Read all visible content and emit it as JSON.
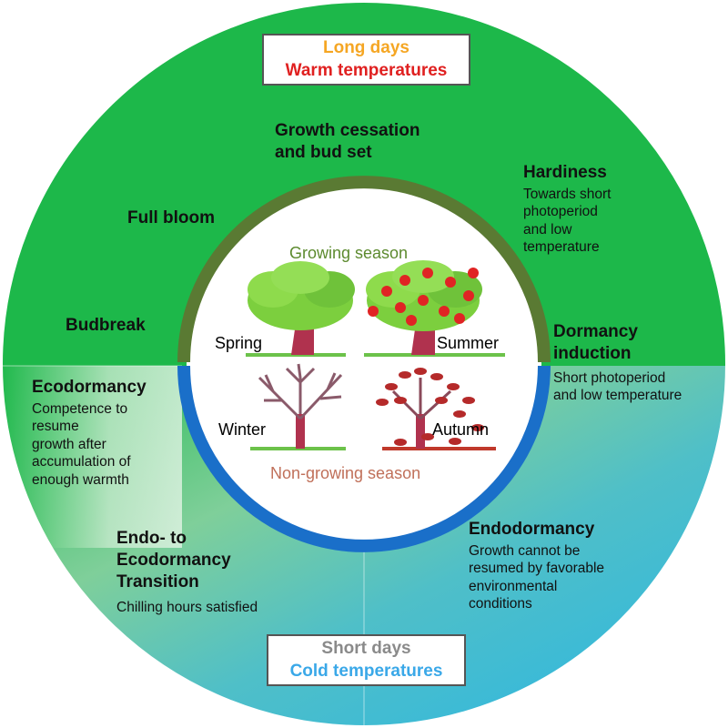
{
  "top_box": {
    "line1": "Long days",
    "line2": "Warm temperatures"
  },
  "bottom_box": {
    "line1": "Short days",
    "line2": "Cold temperatures"
  },
  "center": {
    "top": "Growing season",
    "bottom": "Non-growing season"
  },
  "seasons": {
    "spring": "Spring",
    "summer": "Summer",
    "winter": "Winter",
    "autumn": "Autumn"
  },
  "stages": {
    "growth_cessation": "Growth cessation\nand bud set",
    "hardiness": {
      "title": "Hardiness",
      "desc": "Towards short\nphotoperiod\nand low\ntemperature"
    },
    "full_bloom": "Full bloom",
    "budbreak": "Budbreak",
    "dormancy_induction": {
      "title": "Dormancy\ninduction",
      "desc": "Short photoperiod\nand low temperature"
    },
    "ecodormancy": {
      "title": "Ecodormancy",
      "desc": "Competence to\nresume\ngrowth after\naccumulation of\nenough warmth"
    },
    "transition": {
      "title": "Endo- to\nEcodormancy\nTransition",
      "desc": "Chilling hours satisfied"
    },
    "endodormancy": {
      "title": "Endodormancy",
      "desc": "Growth cannot be\nresumed by favorable\nenvironmental\nconditions"
    }
  },
  "colors": {
    "ring_green": "#1db84a",
    "ring_cyan": "#2ab6e4",
    "growing_arc": "#5a7a33",
    "nongrowing_arc": "#1a6fc9",
    "long_days": "#f5a623",
    "warm_temps": "#e02020",
    "short_days": "#8a8a8a",
    "cold_temps": "#3aa8e8",
    "growing_label": "#5c8a2e",
    "nongrowing_label": "#c0705a"
  }
}
